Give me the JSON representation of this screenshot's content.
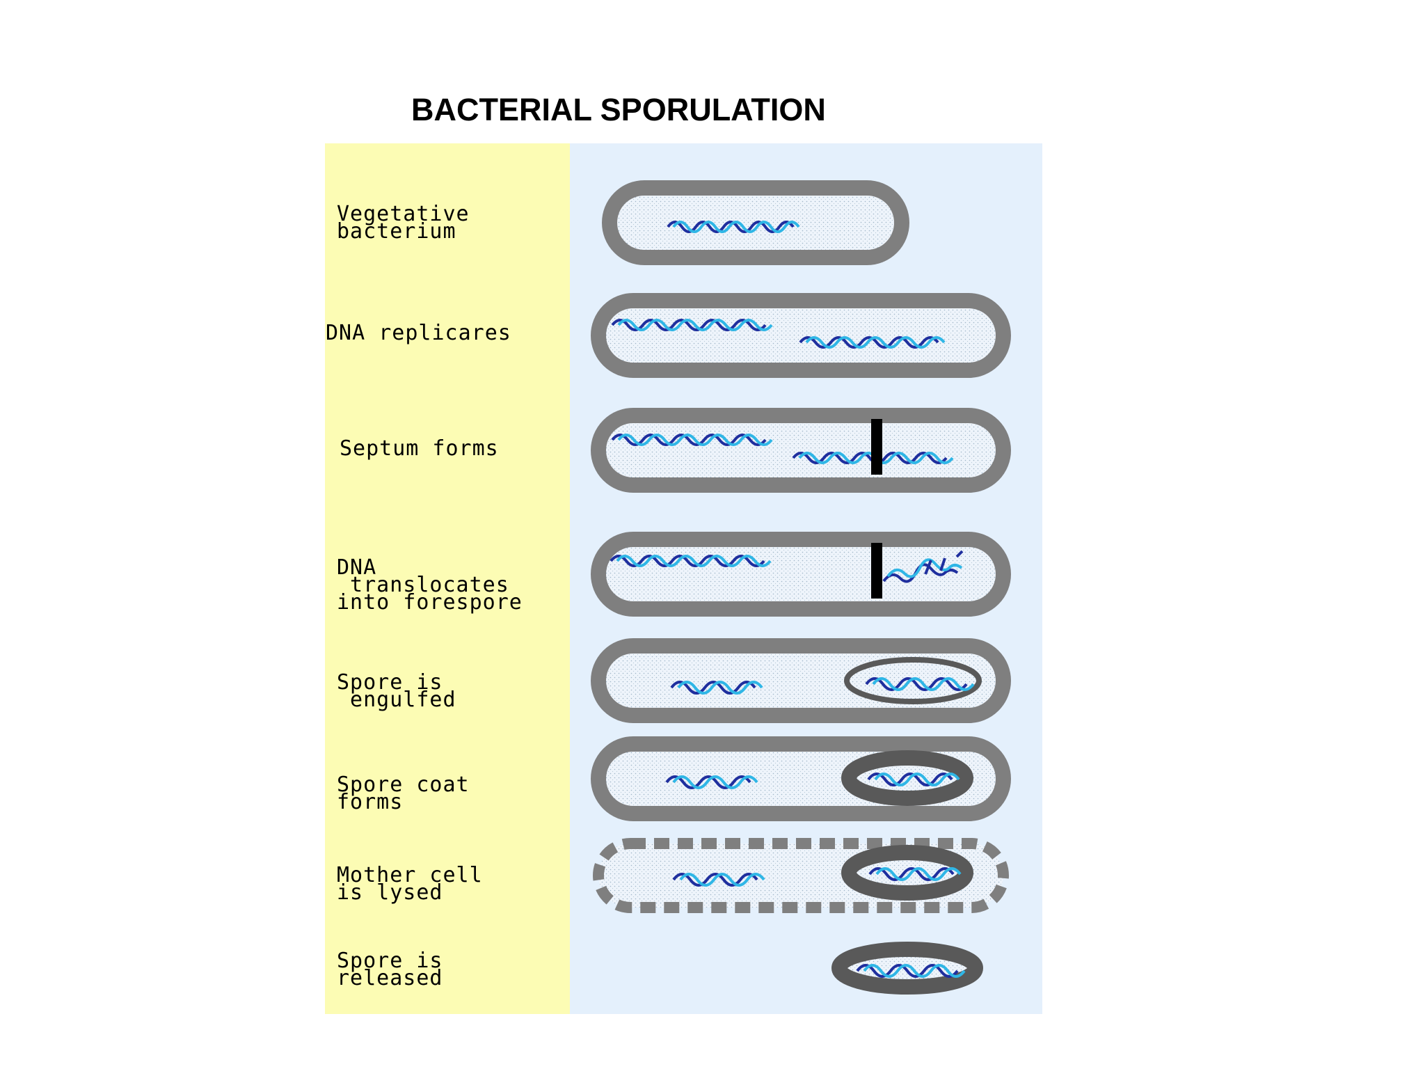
{
  "title": "BACTERIAL SPORULATION",
  "stages": [
    {
      "line1": "Vegetative",
      "line2": "bacterium",
      "line3": ""
    },
    {
      "line1": "DNA replicares",
      "line2": "",
      "line3": ""
    },
    {
      "line1": "Septum forms",
      "line2": "",
      "line3": ""
    },
    {
      "line1": "DNA",
      "line2": " translocates",
      "line3": "into forespore"
    },
    {
      "line1": "Spore is",
      "line2": " engulfed",
      "line3": ""
    },
    {
      "line1": "Spore coat",
      "line2": "forms",
      "line3": ""
    },
    {
      "line1": "Mother cell",
      "line2": "is lysed",
      "line3": ""
    },
    {
      "line1": "Spore is",
      "line2": "released",
      "line3": ""
    }
  ],
  "colors": {
    "label_panel": "#fcfcb4",
    "diagram_panel": "#e4f0fc",
    "cell_wall": "#7f7f7f",
    "cytoplasm": "#eef4fb",
    "spore_coat": "#595959",
    "dna_dark": "#1f2f9e",
    "dna_light": "#2fb6e6"
  }
}
